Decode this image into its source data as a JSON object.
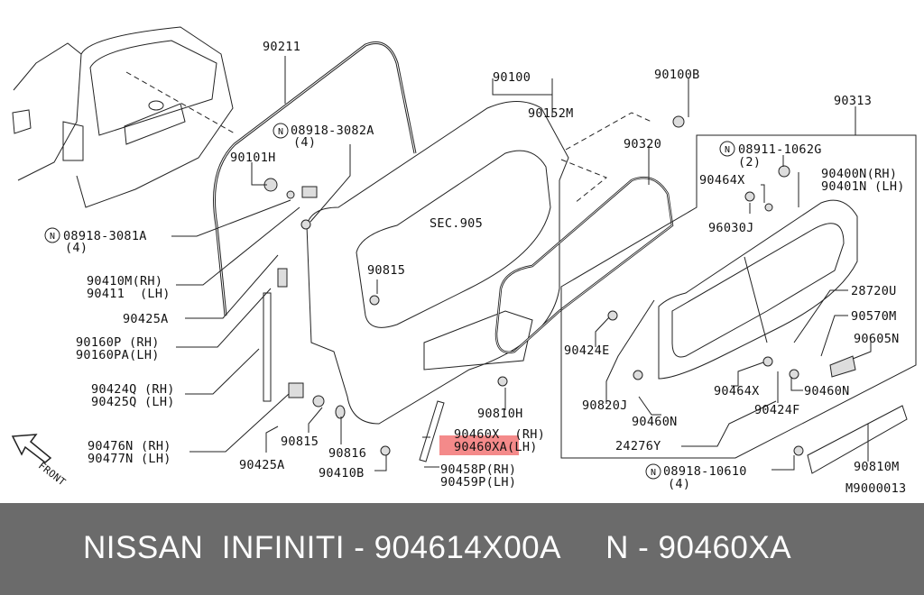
{
  "diagram": {
    "labels": {
      "p90211": "90211",
      "n3082a": "08918-3082A",
      "n3082a_qty": "(4)",
      "p90101h": "90101H",
      "n3081a": "08918-3081A",
      "n3081a_qty": "(4)",
      "p90410m": "90410M(RH)",
      "p90411": "90411  (LH)",
      "p90425a_1": "90425A",
      "p90160p": "90160P (RH)",
      "p90160pa": "90160PA(LH)",
      "p90424q": "90424Q (RH)",
      "p90425q": "90425Q (LH)",
      "p90476n": "90476N (RH)",
      "p90477n": "90477N (LH)",
      "p90425a_2": "90425A",
      "p90815_1": "90815",
      "p90815_2": "90815",
      "p90816": "90816",
      "p90410b": "90410B",
      "sec905": "SEC.905",
      "p90100": "90100",
      "p90152m": "90152M",
      "p90100b": "90100B",
      "p90320": "90320",
      "p90313": "90313",
      "n1062g": "08911-1062G",
      "n1062g_qty": "(2)",
      "p90464x_1": "90464X",
      "p90400n": "90400N(RH)",
      "p90401n": "90401N (LH)",
      "p96030j": "96030J",
      "p28720u": "28720U",
      "p90570m": "90570M",
      "p90605n": "90605N",
      "p90424e": "90424E",
      "p90820j": "90820J",
      "p90460n_1": "90460N",
      "p90464x_2": "90464X",
      "p90460n_2": "90460N",
      "p90424f": "90424F",
      "p90810h": "90810H",
      "p90460x": "90460X  (RH)",
      "p90460xa": "90460XA(LH)",
      "p90458p": "90458P(RH)",
      "p90459p": "90459P(LH)",
      "p24276y": "24276Y",
      "n10610": "08918-10610",
      "n10610_qty": "(4)",
      "p90810m": "90810M",
      "code": "M9000013",
      "front": "FRONT"
    },
    "highlight_color": "#f48a8a"
  },
  "footer": {
    "text": "NISSAN  INFINITI - 904614X00A     N - 90460XA"
  }
}
